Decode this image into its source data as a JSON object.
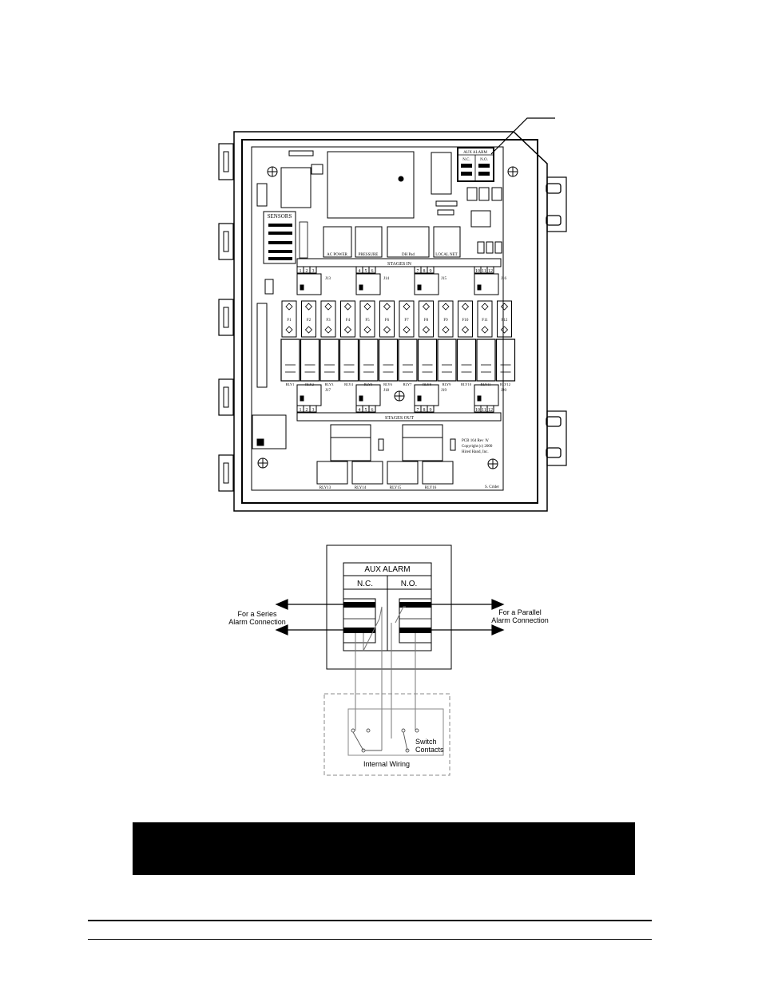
{
  "board": {
    "sensors_label": "SENSORS",
    "stages_in_label": "STAGES IN",
    "stages_out_label": "STAGES OUT",
    "aux_alarm_small": "AUX ALARM",
    "nc_small": "N.C.",
    "no_small": "N.O.",
    "connector_labels": [
      "AC POWER",
      "PRESSURE",
      "DH Pad",
      "LOCAL NET"
    ],
    "stage_numbers": [
      "1",
      "2",
      "3",
      "4",
      "5",
      "6",
      "7",
      "8",
      "9",
      "10",
      "11",
      "12"
    ],
    "fuses": [
      "F1",
      "F2",
      "F3",
      "F4",
      "F5",
      "F6",
      "F7",
      "F8",
      "F9",
      "F10",
      "F11",
      "F12"
    ],
    "relays": [
      "RLY1",
      "RLY2",
      "RLY3",
      "RLY4",
      "RLY5",
      "RLY6",
      "RLY7",
      "RLY8",
      "RLY9",
      "RLY10",
      "RLY11",
      "RLY12"
    ],
    "bottom_relays": [
      "RLY13",
      "RLY14",
      "RLY15",
      "RLY16"
    ],
    "jumpers": {
      "j13": "J13",
      "j14": "J14",
      "j15": "J15",
      "j16": "J16",
      "j17": "J17",
      "j18": "J18",
      "j19": "J19",
      "j20": "J20"
    },
    "copyright_lines": [
      "PCB 164 Rev 'A'",
      "Copyright (c) 2000",
      "Hired Hand, Inc."
    ],
    "signature": "S. Crider"
  },
  "detail": {
    "title": "AUX ALARM",
    "nc": "N.C.",
    "no": "N.O.",
    "left_label_1": "For a Series",
    "left_label_2": "Alarm Connection",
    "right_label_1": "For a Parallel",
    "right_label_2": "Alarm Connection",
    "switch_label_1": "Switch",
    "switch_label_2": "Contacts",
    "internal_wiring": "Internal Wiring"
  }
}
